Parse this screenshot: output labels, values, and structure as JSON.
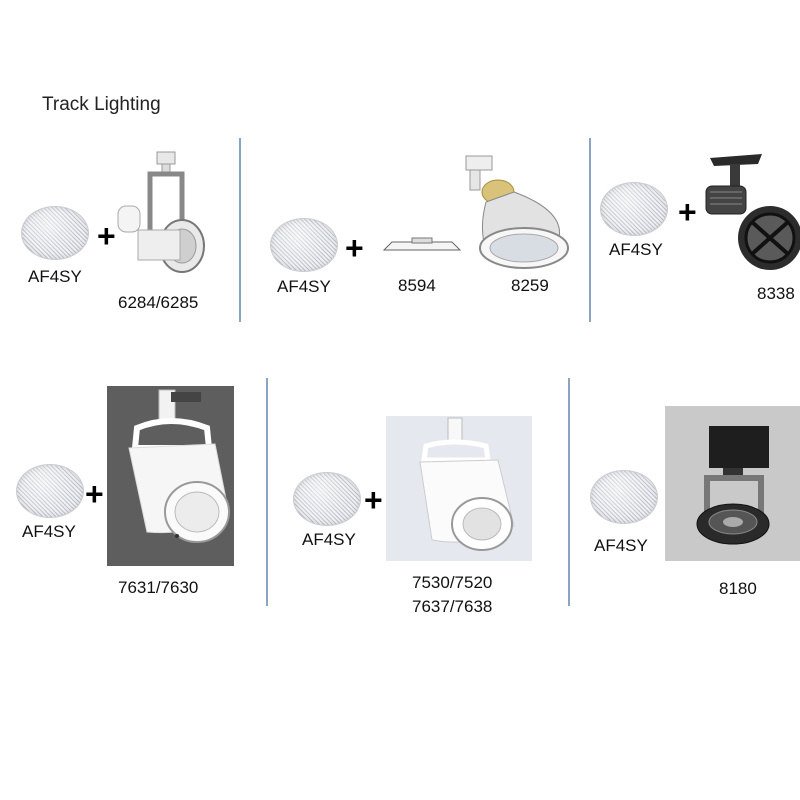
{
  "page": {
    "title": "Track Lighting"
  },
  "accessory": {
    "code": "AF4SY",
    "name": "mesh-filter"
  },
  "plus_symbol": "+",
  "groups": [
    {
      "fixtures": [
        "6284/6285"
      ]
    },
    {
      "parts": [
        "8594",
        "8259"
      ]
    },
    {
      "fixtures": [
        "8338"
      ]
    },
    {
      "fixtures": [
        "7631/7630"
      ]
    },
    {
      "fixtures": [
        "7530/7520",
        "7637/7638"
      ]
    },
    {
      "fixtures": [
        "8180"
      ]
    }
  ],
  "colors": {
    "divider": "#8aa4c4",
    "text": "#111111",
    "background": "#ffffff"
  }
}
